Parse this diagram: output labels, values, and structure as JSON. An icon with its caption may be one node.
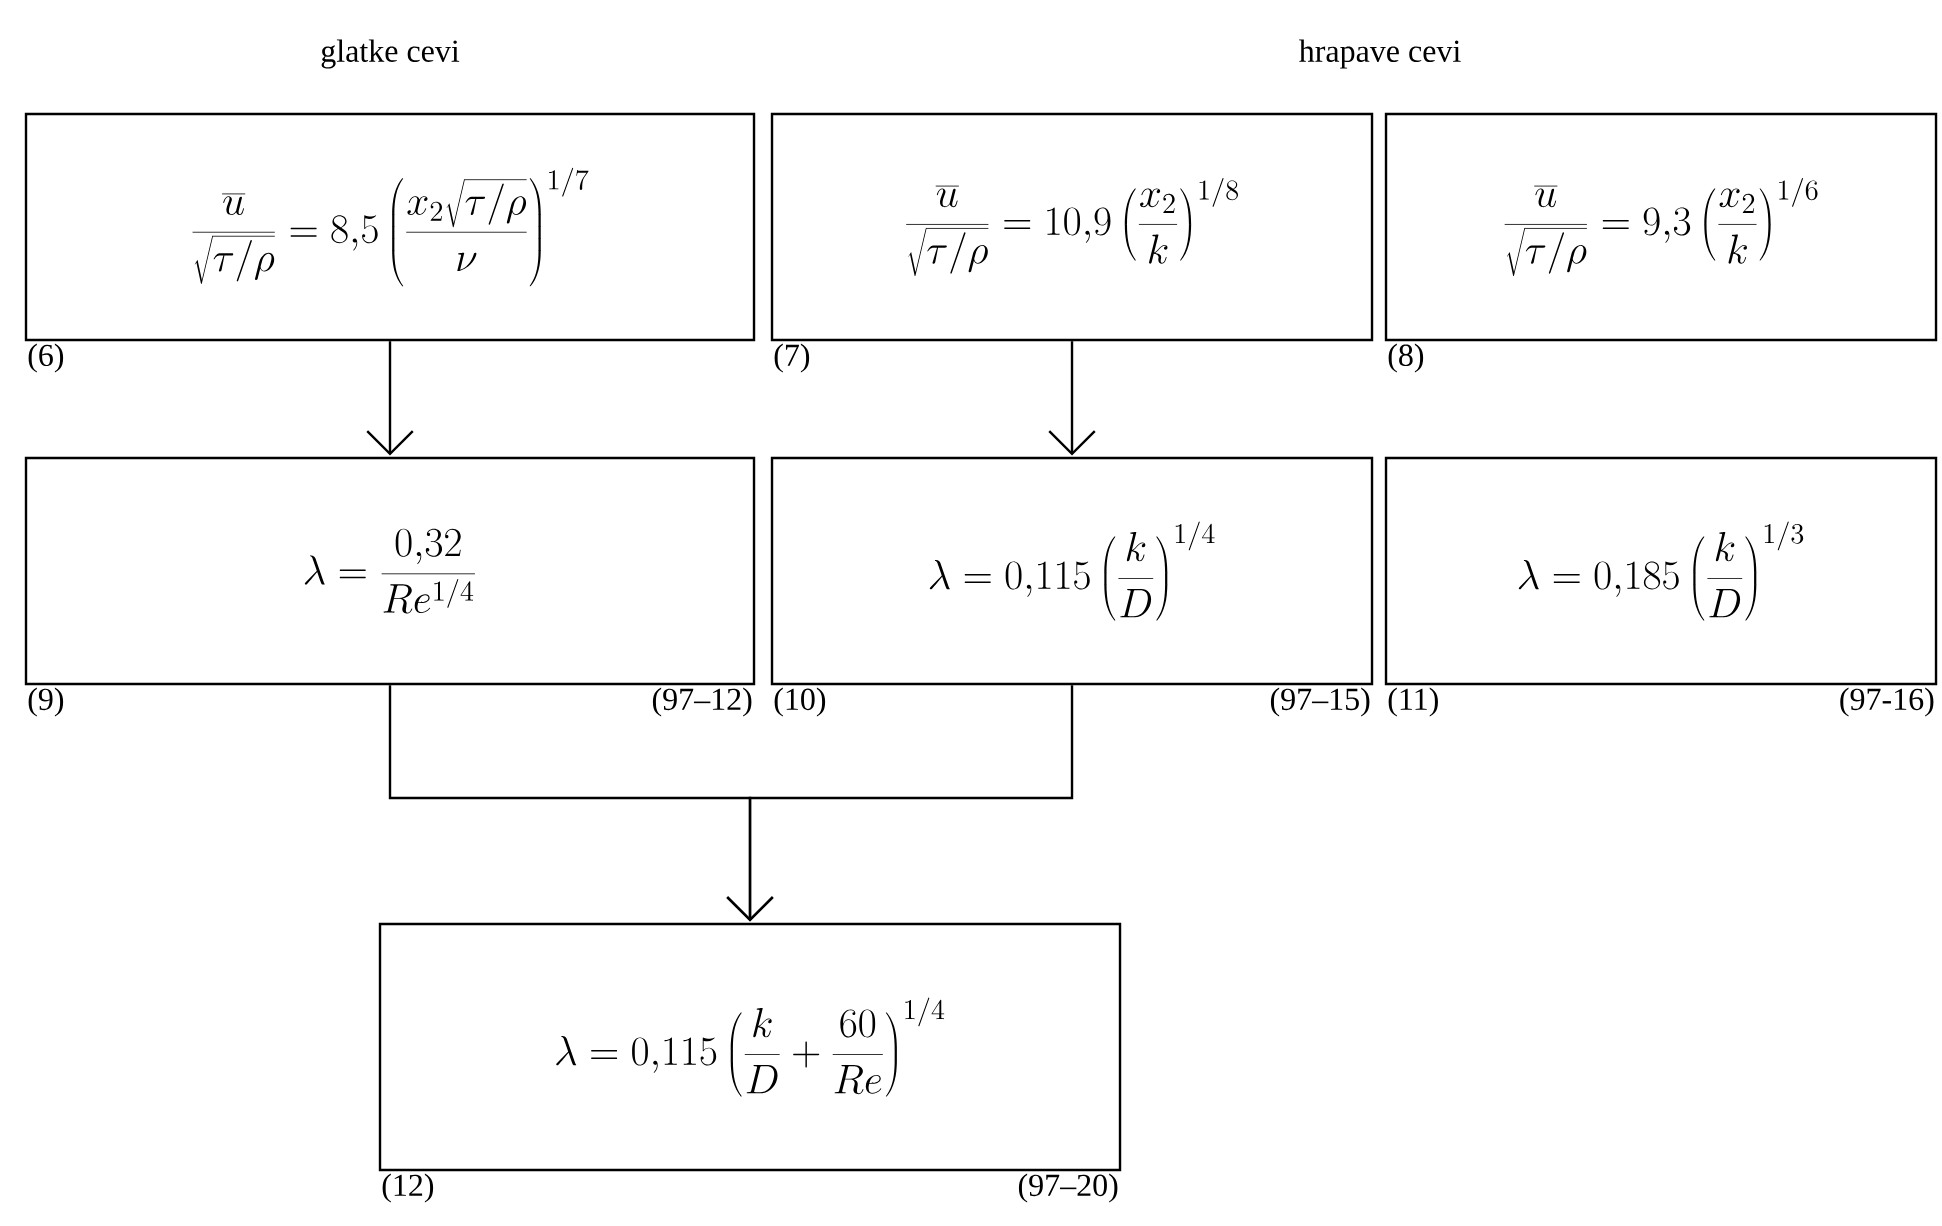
{
  "diagram": {
    "nodes": [
      {
        "text": [
          "\\frac{\\overline{u}}{\\sqrt{\\tau/\\rho}} = 8{,}5\\left(\\frac{x_2\\sqrt{\\tau/\\rho}}{\\nu}\\right)^{1/7}"
        ],
        "beside": [
          "(6)"
        ]
      },
      {
        "text": [
          "\\frac{\\overline{u}}{\\sqrt{\\tau/\\rho}} = 10{,}9\\left(\\frac{x_2}{k}\\right)^{1/8}"
        ],
        "beside": [
          "(7)"
        ]
      },
      {
        "text": [
          "\\frac{\\overline{u}}{\\sqrt{\\tau/\\rho}} = 9{,}3\\left(\\frac{x_2}{k}\\right)^{1/6}"
        ],
        "beside": [
          "(8)"
        ]
      },
      {
        "text": [
          "\\lambda = \\frac{0{,}32}{Re^{1/4}}"
        ],
        "beside": [
          "(9)",
          "(97–12)"
        ]
      },
      {
        "text": [
          "\\lambda = 0{,}115\\left(\\frac{k}{D}\\right)^{1/4}"
        ],
        "beside": [
          "(10)",
          "(97–15)"
        ]
      },
      {
        "text": [
          "\\lambda = 0{,}185\\left(\\frac{k}{D}\\right)^{1/3}"
        ],
        "beside": [
          "(11)",
          "(97-16)"
        ]
      },
      {
        "text": [
          "\\lambda = 0{,}115\\left(\\frac{k}{D}+\\frac{60}{Re}\\right)^{1/4}"
        ],
        "beside": [
          "(12)",
          "(97–20)"
        ]
      }
    ],
    "edges": [
      {
        "from": 0,
        "to": 3,
        "arrow": "to"
      },
      {
        "from": 1,
        "to": 4,
        "arrow": "to"
      },
      {
        "from": 3,
        "to": 6,
        "arrow": "to"
      },
      {
        "from": 4,
        "to": 6,
        "arrow": "to"
      }
    ],
    "labels": [
      "glatke cevi",
      "hrapave cevi"
    ]
  }
}
